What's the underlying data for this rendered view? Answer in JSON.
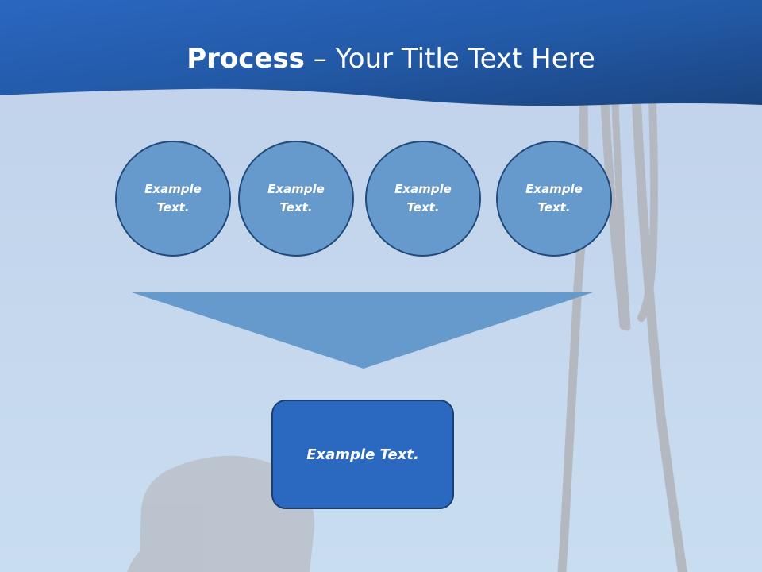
{
  "title": {
    "bold": "Process",
    "rest": " – Your Title Text Here"
  },
  "circles": [
    {
      "line1": "Example",
      "line2": "Text."
    },
    {
      "line1": "Example",
      "line2": "Text."
    },
    {
      "line1": "Example",
      "line2": "Text."
    },
    {
      "line1": "Example",
      "line2": "Text."
    }
  ],
  "result": {
    "label": "Example Text."
  },
  "colors": {
    "header_blue": "#1f4f96",
    "background": "#c4d5ea",
    "circle_fill": "#6699cc",
    "circle_border": "#224a7a",
    "funnel": "#6699cc",
    "result_fill": "#2b68bf"
  }
}
